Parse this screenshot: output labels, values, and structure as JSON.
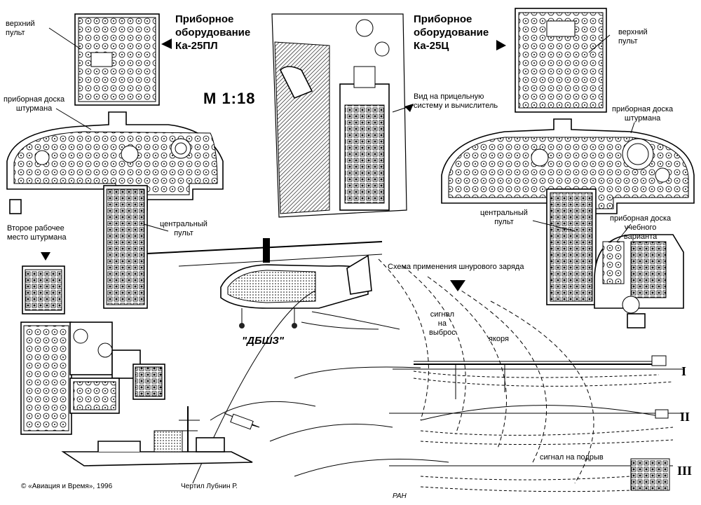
{
  "titles": {
    "ka25pl": "Приборное\nоборудование\nКа-25ПЛ",
    "ka25ts": "Приборное\nоборудование\nКа-25Ц",
    "scale": "М 1:18"
  },
  "labels": {
    "upper_panel_left": "верхний\nпульт",
    "upper_panel_right": "верхний\nпульт",
    "nav_board_left": "приборная доска\nштурмана",
    "nav_board_right": "приборная доска\nштурмана",
    "central_panel_left": "центральный\nпульт",
    "central_panel_right": "центральный\nпульт",
    "second_workplace": "Второе рабочее\nместо штурмана",
    "sight_view": "Вид на прицельную\nсистему и вычислитель",
    "training_board": "приборная доска\nучебного\nварианта",
    "charge_scheme": "Схема применения шнурового заряда",
    "signal_drop": "сигнал\nна\nвыброс",
    "anchors": "якоря",
    "signal_blast": "сигнал на подрыв",
    "dbshz": "\"ДБШЗ\""
  },
  "stages": [
    "I",
    "II",
    "III"
  ],
  "footer": {
    "copyright": "© «Авиация и Время», 1996",
    "drawn_by": "Чертил Лубнин Р.",
    "signature": "РАН"
  }
}
